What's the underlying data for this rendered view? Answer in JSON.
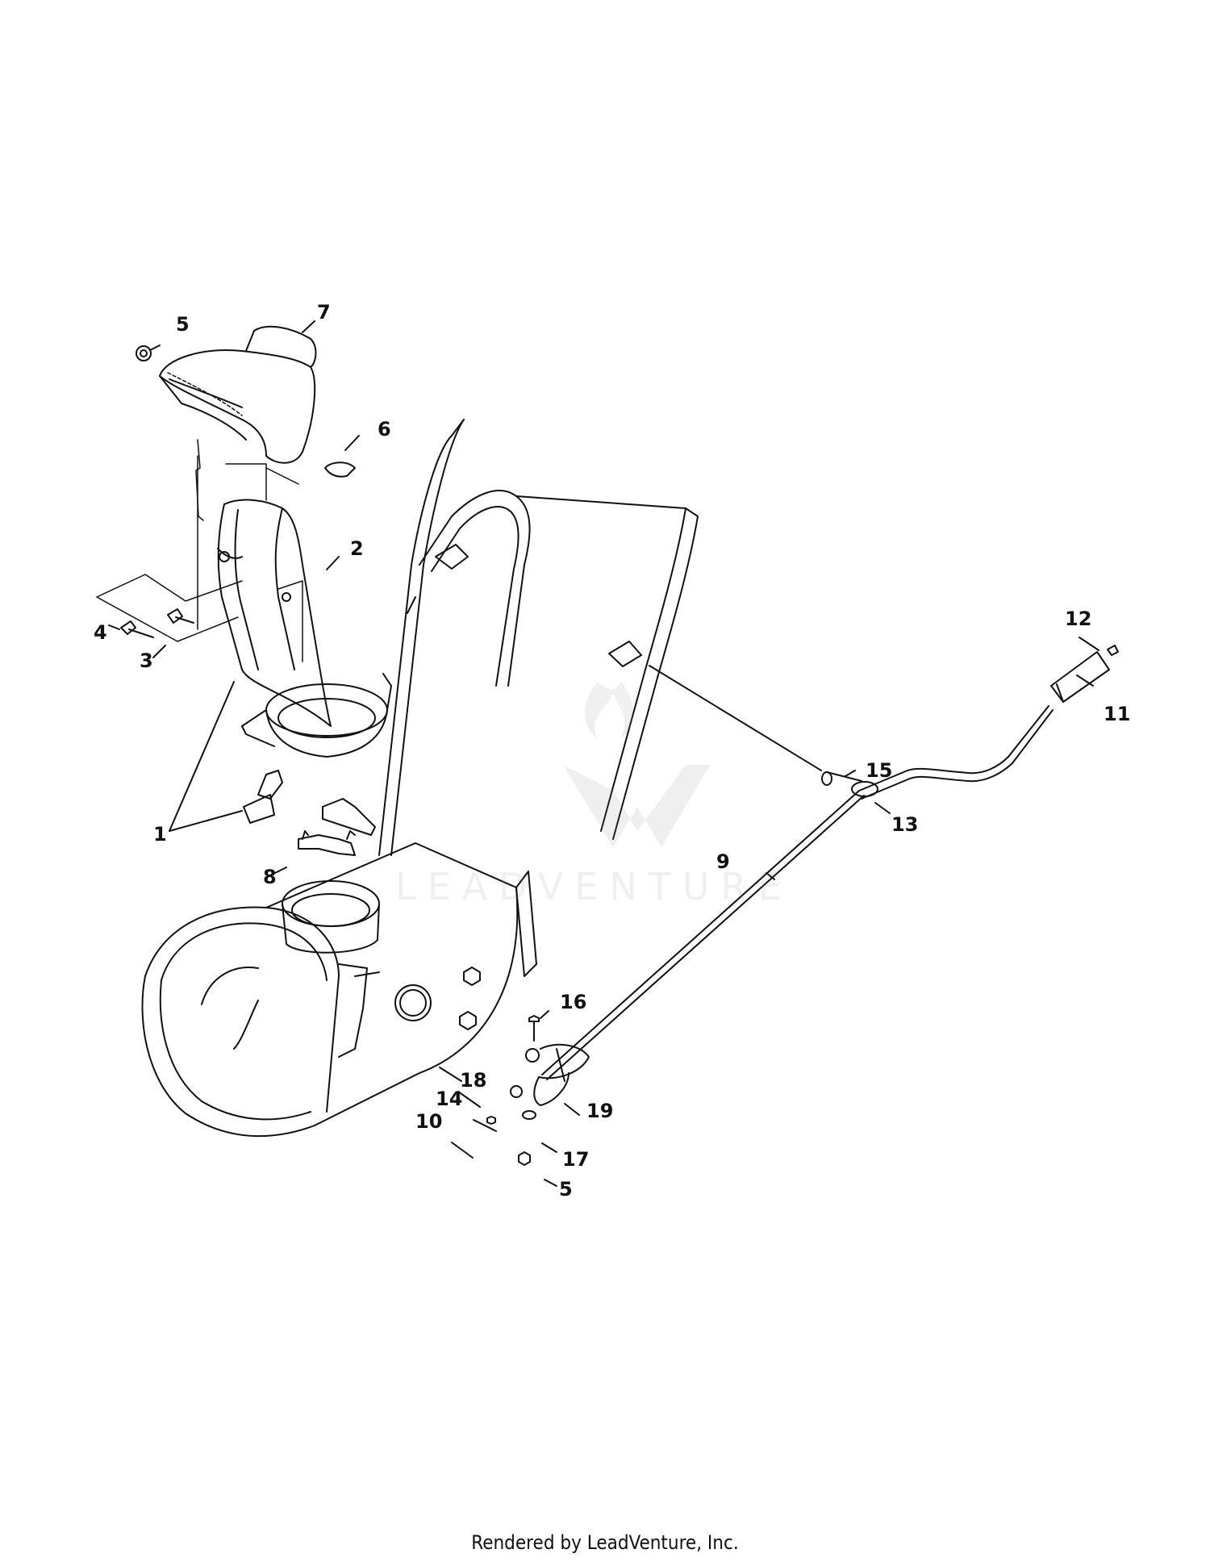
{
  "watermark": {
    "text": "LEADVENTURE"
  },
  "footer": {
    "text": "Rendered by LeadVenture, Inc."
  },
  "callouts": {
    "c1": "1",
    "c2": "2",
    "c3": "3",
    "c4": "4",
    "c5a": "5",
    "c5b": "5",
    "c6": "6",
    "c7": "7",
    "c8": "8",
    "c9": "9",
    "c10": "10",
    "c11": "11",
    "c12": "12",
    "c13": "13",
    "c14": "14",
    "c15": "15",
    "c16": "16",
    "c17": "17",
    "c18": "18",
    "c19": "19"
  }
}
